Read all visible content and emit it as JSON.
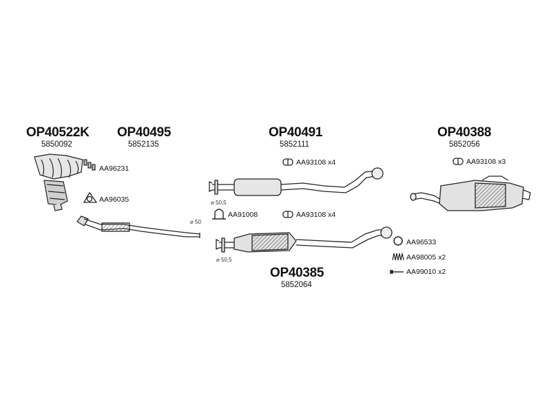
{
  "assemblies": [
    {
      "code": "OP40522K",
      "ref": "5850092"
    },
    {
      "code": "OP40495",
      "ref": "5852135"
    },
    {
      "code": "OP40491",
      "ref": "5852111"
    },
    {
      "code": "OP40388",
      "ref": "5852056"
    },
    {
      "code": "OP40385",
      "ref": "5852064"
    }
  ],
  "parts": {
    "aa96231": "AA96231",
    "aa96035": "AA96035",
    "aa93108_top": "AA93108 x4",
    "aa93108_right": "AA93108 x3",
    "aa91008": "AA91008",
    "aa93108_mid": "AA93108 x4",
    "aa96533": "AA96533",
    "aa98005": "AA98005 x2",
    "aa99010": "AA99010 x2"
  },
  "diameters": {
    "front_pipe": "⌀ 50",
    "mid_upper": "⌀ 50,5",
    "mid_lower": "⌀ 50,5"
  }
}
